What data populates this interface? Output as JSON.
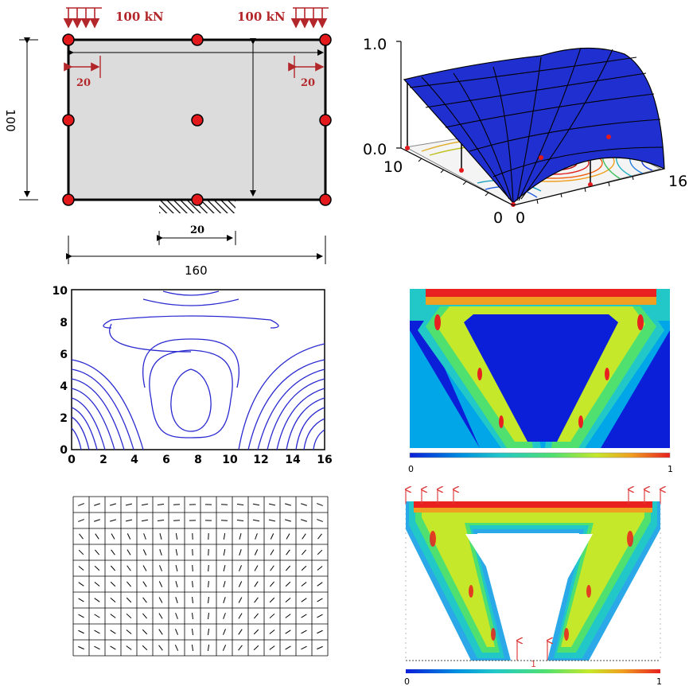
{
  "colors": {
    "load": "#b3272b",
    "node": "#e3191c",
    "contour": "#2a2ad0",
    "surface": "#1f2fd0",
    "plate": "#dcdcdc"
  },
  "panel_a": {
    "load_left": "100 kN",
    "load_right": "100 kN",
    "dim_height": "100",
    "dim_width": "160",
    "dim_support": "20",
    "dim_left_load": "20",
    "dim_right_load": "20"
  },
  "panel_b": {
    "z_top": "1.0",
    "z_bottom": "0.0",
    "y_max": "10",
    "x_max": "16",
    "origin_y": "0",
    "origin_x": "0"
  },
  "panel_c": {
    "x_ticks": [
      "0",
      "2",
      "4",
      "6",
      "8",
      "10",
      "12",
      "14",
      "16"
    ],
    "y_ticks": [
      "0",
      "2",
      "4",
      "6",
      "8",
      "10"
    ]
  },
  "panel_d": {
    "scale_min": "0",
    "scale_max": "1"
  },
  "panel_f": {
    "scale_min": "0",
    "scale_max": "1",
    "support_label": "1"
  }
}
